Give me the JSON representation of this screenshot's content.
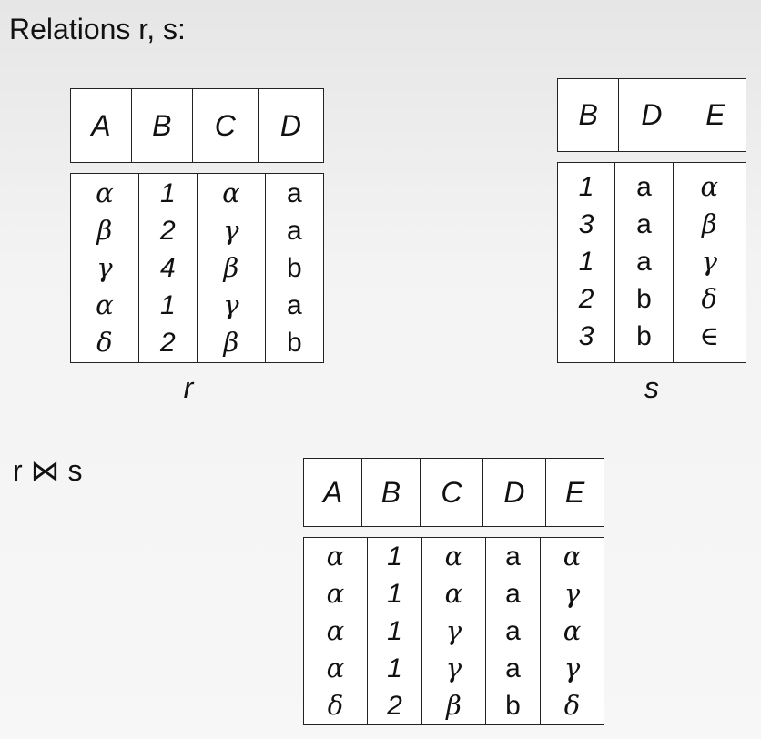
{
  "title": "Relations r, s:",
  "join_label": "r ⋈ s",
  "relation_r": {
    "name": "r",
    "headers": [
      "A",
      "B",
      "C",
      "D"
    ],
    "rows": [
      [
        "α",
        "1",
        "α",
        "a"
      ],
      [
        "β",
        "2",
        "γ",
        "a"
      ],
      [
        "γ",
        "4",
        "β",
        "b"
      ],
      [
        "α",
        "1",
        "γ",
        "a"
      ],
      [
        "δ",
        "2",
        "β",
        "b"
      ]
    ]
  },
  "relation_s": {
    "name": "s",
    "headers": [
      "B",
      "D",
      "E"
    ],
    "rows": [
      [
        "1",
        "a",
        "α"
      ],
      [
        "3",
        "a",
        "β"
      ],
      [
        "1",
        "a",
        "γ"
      ],
      [
        "2",
        "b",
        "δ"
      ],
      [
        "3",
        "b",
        "∈"
      ]
    ]
  },
  "result": {
    "headers": [
      "A",
      "B",
      "C",
      "D",
      "E"
    ],
    "rows": [
      [
        "α",
        "1",
        "α",
        "a",
        "α"
      ],
      [
        "α",
        "1",
        "α",
        "a",
        "γ"
      ],
      [
        "α",
        "1",
        "γ",
        "a",
        "α"
      ],
      [
        "α",
        "1",
        "γ",
        "a",
        "γ"
      ],
      [
        "δ",
        "2",
        "β",
        "b",
        "δ"
      ]
    ]
  }
}
